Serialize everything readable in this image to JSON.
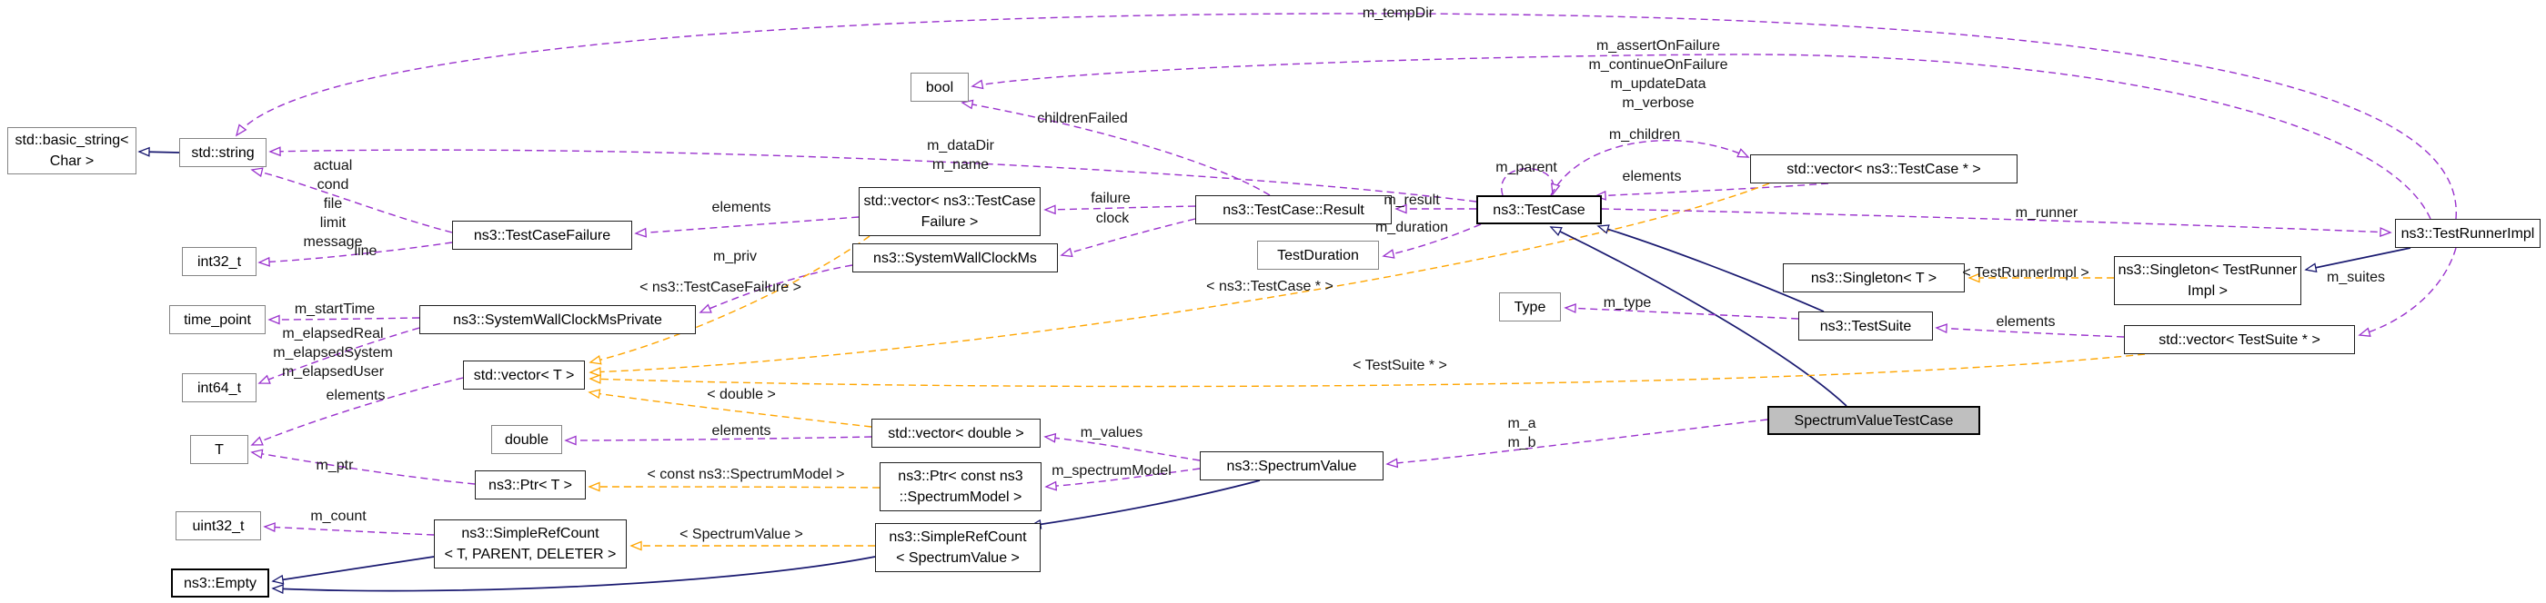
{
  "nodes": {
    "basicString": [
      "std::basic_string<",
      "Char >"
    ],
    "stdString": [
      "std::string"
    ],
    "int32": [
      "int32_t"
    ],
    "timePoint": [
      "time_point"
    ],
    "int64": [
      "int64_t"
    ],
    "t": [
      "T"
    ],
    "uint32": [
      "uint32_t"
    ],
    "empty": [
      "ns3::Empty"
    ],
    "testCaseFailure": [
      "ns3::TestCaseFailure"
    ],
    "systemWallClockMsPrivate": [
      "ns3::SystemWallClockMsPrivate"
    ],
    "vectorT": [
      "std::vector< T >"
    ],
    "doubleType": [
      "double"
    ],
    "ptrT": [
      "ns3::Ptr< T >"
    ],
    "simpleRefCount": [
      "ns3::SimpleRefCount",
      "< T, PARENT, DELETER >"
    ],
    "vectorTestCaseFailure": [
      "std::vector< ns3::TestCase",
      "Failure >"
    ],
    "systemWallClockMs": [
      "ns3::SystemWallClockMs"
    ],
    "vectorDouble": [
      "std::vector< double >"
    ],
    "ptrSpectrumModel": [
      "ns3::Ptr< const ns3",
      "::SpectrumModel >"
    ],
    "simpleRefCountSpectrumValue": [
      "ns3::SimpleRefCount",
      "< SpectrumValue >"
    ],
    "boolType": [
      "bool"
    ],
    "testCaseResult": [
      "ns3::TestCase::Result"
    ],
    "testDuration": [
      "TestDuration"
    ],
    "typeEnum": [
      "Type"
    ],
    "spectrumValue": [
      "ns3::SpectrumValue"
    ],
    "testCase": [
      "ns3::TestCase"
    ],
    "vectorTestCasePtr": [
      "std::vector< ns3::TestCase * >"
    ],
    "singletonT": [
      "ns3::Singleton< T >"
    ],
    "testSuite": [
      "ns3::TestSuite"
    ],
    "singletonTestRunnerImpl": [
      "ns3::Singleton< TestRunner",
      "Impl >"
    ],
    "vectorTestSuitePtr": [
      "std::vector< TestSuite * >"
    ],
    "testRunnerImpl": [
      "ns3::TestRunnerImpl"
    ],
    "spectrumValueTestCase": [
      "SpectrumValueTestCase"
    ]
  },
  "edgeLabels": {
    "tempDir": "m_tempDir",
    "runnerFlags": [
      "m_assertOnFailure",
      "m_continueOnFailure",
      "m_updateData",
      "m_verbose"
    ],
    "childrenFailed": "childrenFailed",
    "dataDirName": [
      "m_dataDir",
      "m_name"
    ],
    "failureFields": [
      "actual",
      "cond",
      "file",
      "limit",
      "message"
    ],
    "lineField": "line",
    "elementsTcf": "elements",
    "failure": "failure",
    "clock": "clock",
    "mPriv": "m_priv",
    "tmplTestCaseFailure": "< ns3::TestCaseFailure >",
    "mStartTime": "m_startTime",
    "elapsed": [
      "m_elapsedReal",
      "m_elapsedSystem",
      "m_elapsedUser"
    ],
    "elementsT": "elements",
    "tmplDouble": "< double >",
    "elementsDouble": "elements",
    "mValues": "m_values",
    "mPtr": "m_ptr",
    "tmplSpectrumModel": "< const ns3::SpectrumModel >",
    "mSpectrumModel": "m_spectrumModel",
    "mCount": "m_count",
    "tmplSpectrumValue": "< SpectrumValue >",
    "mParent": "m_parent",
    "mChildren": "m_children",
    "elementsTestCase": "elements",
    "mResult": "m_result",
    "mDuration": "m_duration",
    "tmplTestCasePtr": "< ns3::TestCase * >",
    "mRunner": "m_runner",
    "mType": "m_type",
    "tmplTestRunnerImpl": "< TestRunnerImpl >",
    "mSuites": "m_suites",
    "elementsTestSuite": "elements",
    "tmplTestSuitePtr": "< TestSuite * >",
    "mAmB": [
      "m_a",
      "m_b"
    ]
  },
  "colors": {
    "usage_edge": "#9a32cd",
    "template_edge": "#ffa500",
    "inheritance_edge": "#191970",
    "focal_node_fill": "#bfbfbf",
    "node_border": "#1f1f1f"
  }
}
